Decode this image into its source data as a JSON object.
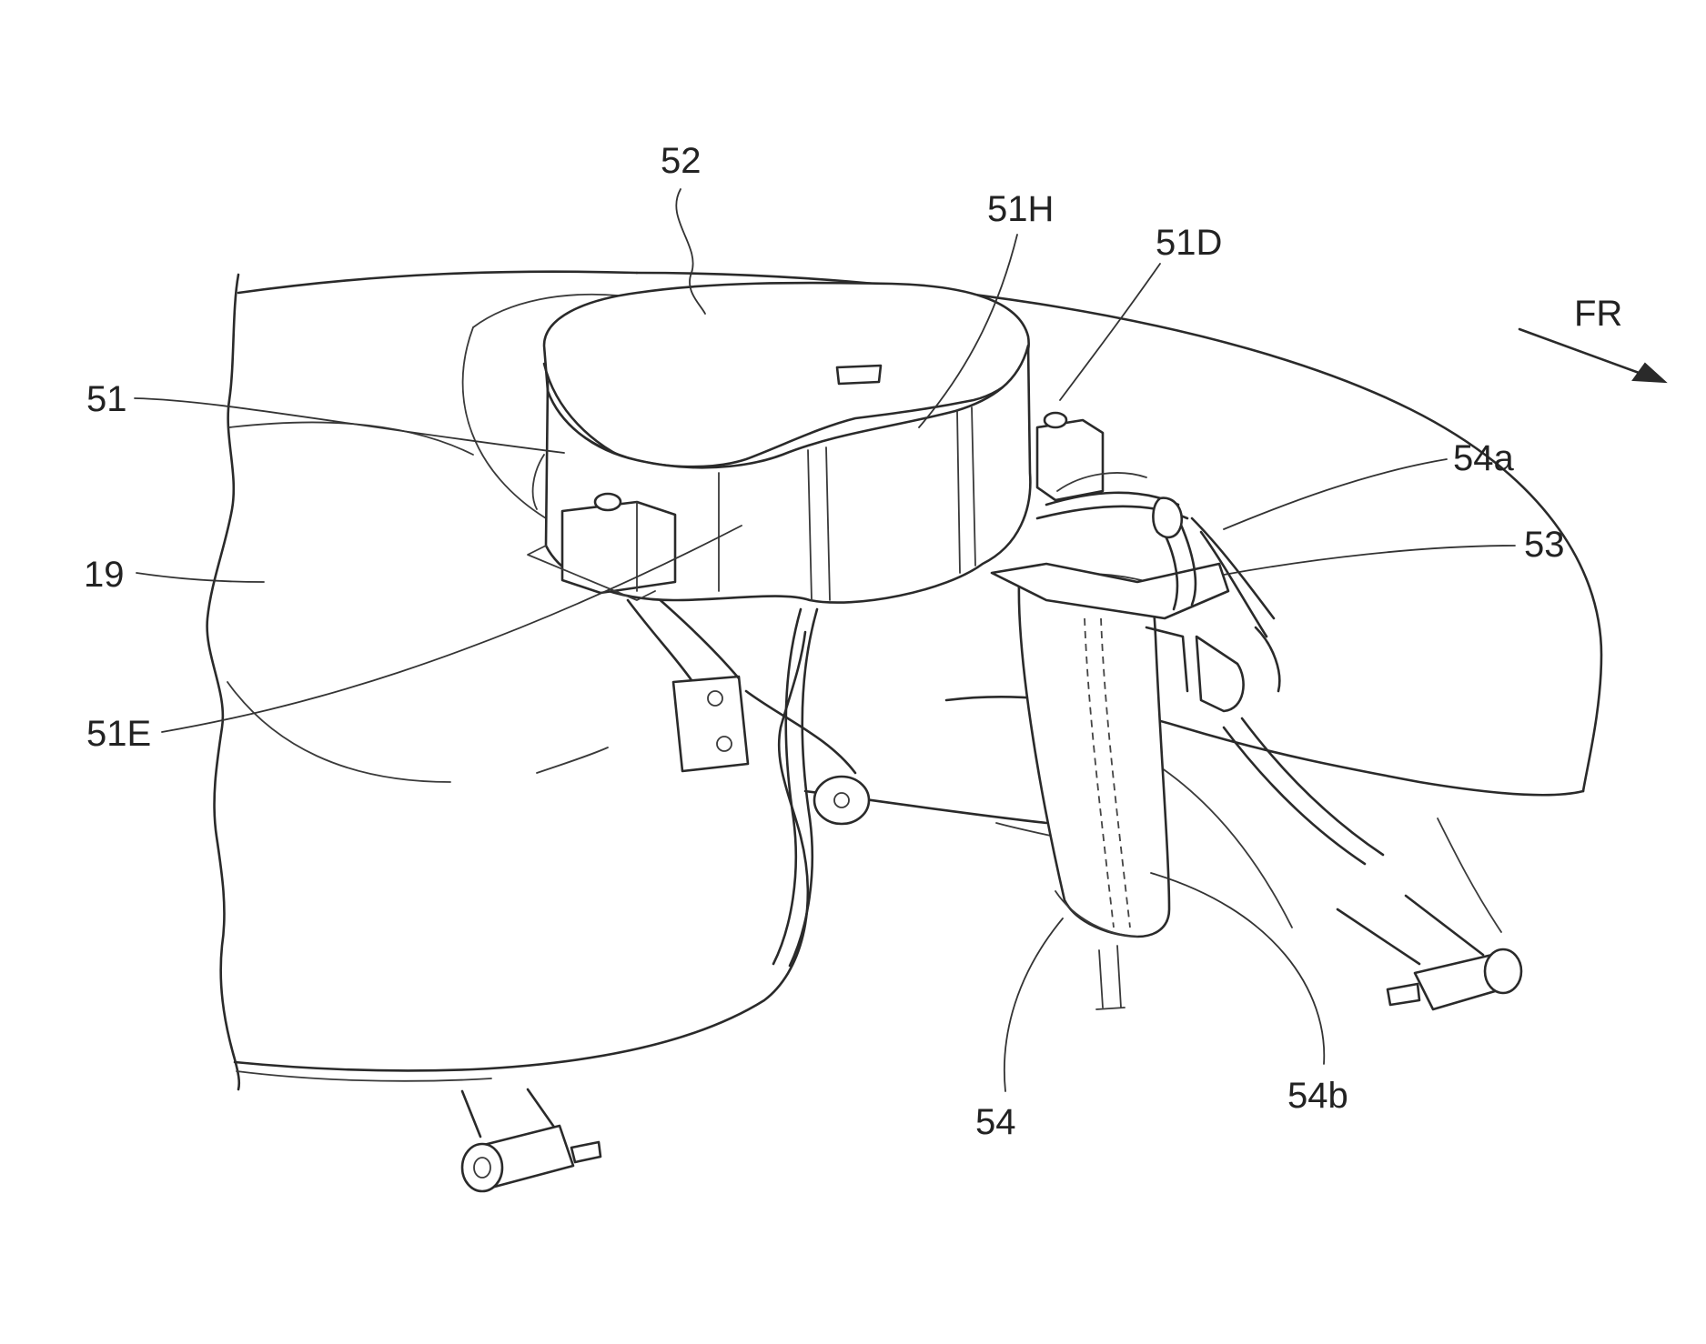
{
  "figure": {
    "labels": {
      "l52": "52",
      "l51H": "51H",
      "l51D": "51D",
      "lFR": "FR",
      "l51": "51",
      "l54a": "54a",
      "l53": "53",
      "l19": "19",
      "l51E": "51E",
      "l54": "54",
      "l54b": "54b"
    }
  }
}
